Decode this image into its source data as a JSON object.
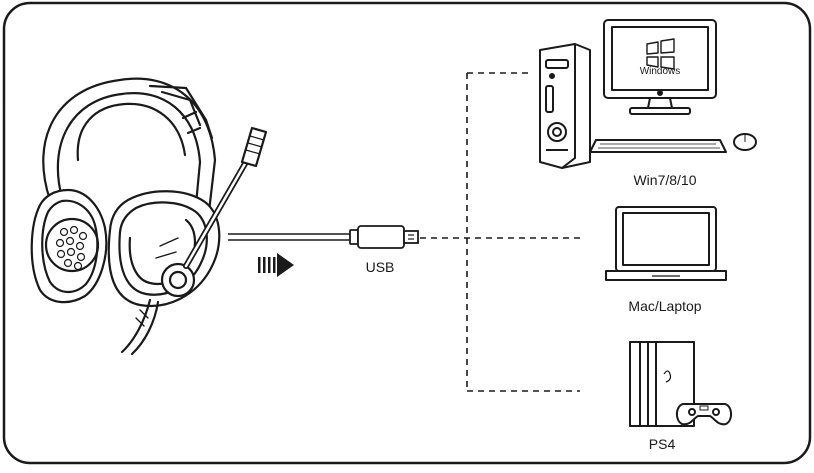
{
  "diagram": {
    "title": "",
    "connector_label": "USB",
    "os_brand_label": "Windows",
    "devices": [
      {
        "id": "pc",
        "label": "Win7/8/10",
        "icon": "desktop-pc-icon"
      },
      {
        "id": "laptop",
        "label": "Mac/Laptop",
        "icon": "laptop-icon"
      },
      {
        "id": "console",
        "label": "PS4",
        "icon": "game-console-icon"
      }
    ],
    "headset_icon": "gaming-headset-icon",
    "arrow_icon": "direction-arrow-icon",
    "colors": {
      "stroke": "#1a1a1a",
      "background": "#ffffff"
    }
  }
}
